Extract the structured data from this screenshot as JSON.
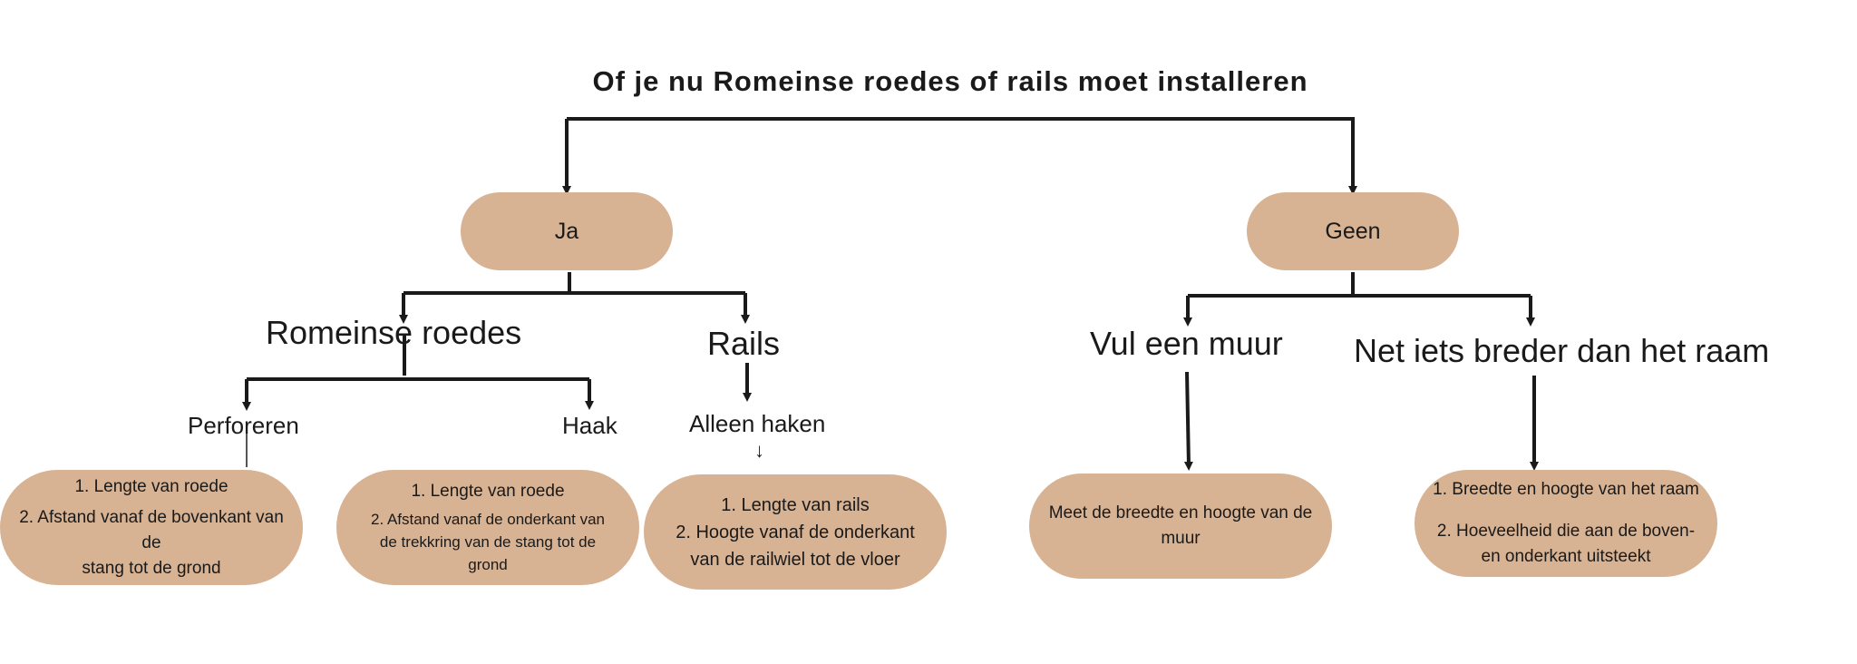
{
  "title": "Of je nu Romeinse roedes of rails moet installeren",
  "branches": {
    "yes_label": "Ja",
    "no_label": "Geen"
  },
  "yes": {
    "roman_blinds": "Romeinse roedes",
    "rails": "Rails",
    "perforate": "Perforeren",
    "hook": "Haak",
    "only_hooks": "Alleen haken",
    "small_arrow": "↓",
    "perforate_steps": [
      "1. Lengte van roede",
      "2. Afstand vanaf de bovenkant van de",
      "stang tot de grond"
    ],
    "hook_steps": [
      "1. Lengte van roede",
      "2. Afstand vanaf de onderkant van",
      "de trekkring van de stang tot de",
      "grond"
    ],
    "rails_steps": [
      "1. Lengte van rails",
      "2. Hoogte vanaf de onderkant",
      "van de railwiel tot de vloer"
    ]
  },
  "no": {
    "fill_wall": "Vul een muur",
    "wider_window": "Net iets breder dan het raam",
    "wall_steps": [
      "Meet de breedte en hoogte van de",
      "muur"
    ],
    "window_steps": [
      "1. Breedte en hoogte van het raam",
      "2. Hoeveelheid die aan de boven-",
      "en onderkant uitsteekt"
    ]
  },
  "colors": {
    "node_fill": "#d7b293",
    "line": "#1a1a1a"
  }
}
